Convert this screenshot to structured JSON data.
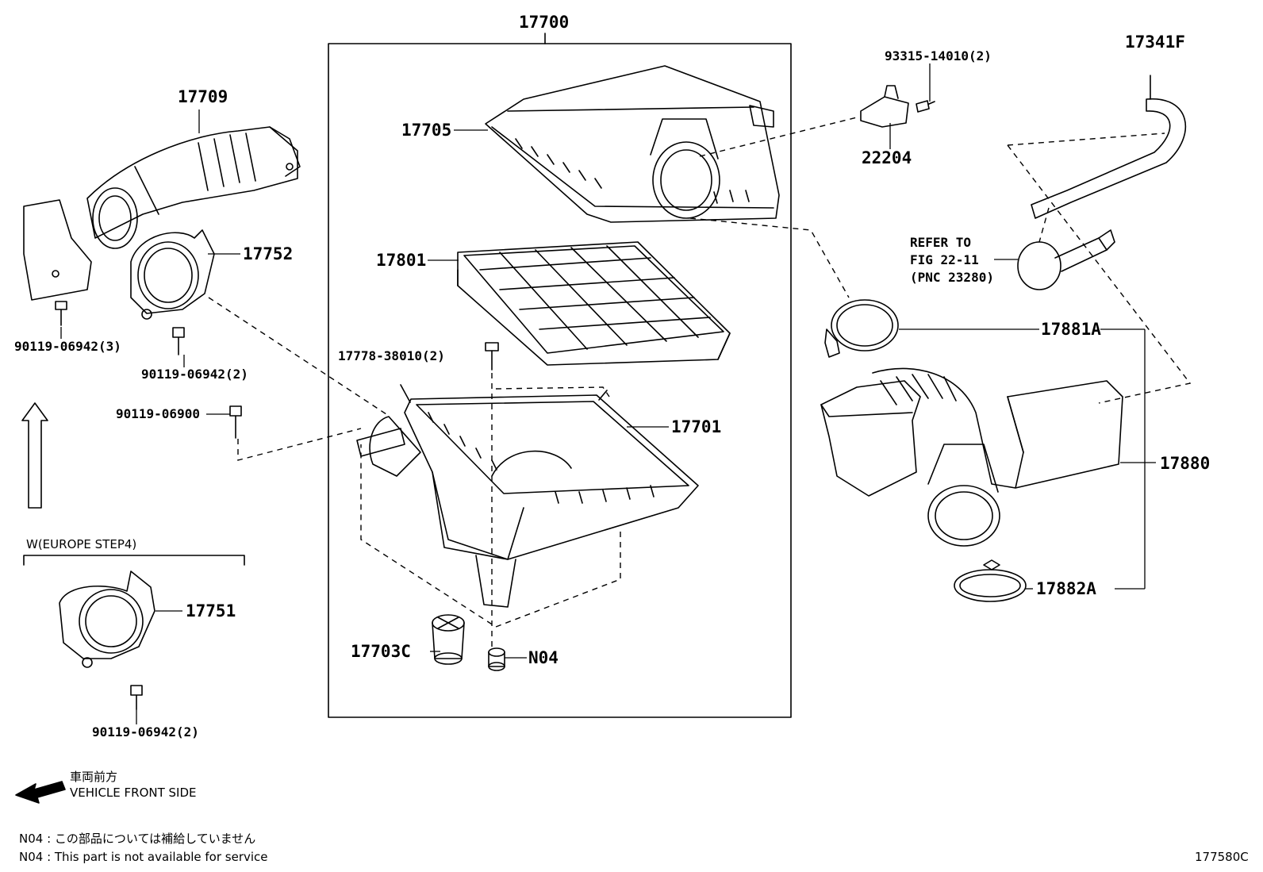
{
  "assembly_label": "17700",
  "parts": {
    "p17709": "17709",
    "p17752": "17752",
    "p17705": "17705",
    "p17801": "17801",
    "p17778": "17778-38010(2)",
    "p17701": "17701",
    "p17703C": "17703C",
    "pN04": "N04",
    "p93315": "93315-14010(2)",
    "p22204": "22204",
    "p17341F": "17341F",
    "p17881A": "17881A",
    "p17880": "17880",
    "p17882A": "17882A",
    "p17751": "17751",
    "b1": "90119-06942(3)",
    "b2": "90119-06942(2)",
    "b3": "90119-06900",
    "b4": "90119-06942(2)"
  },
  "refer": {
    "line1": "REFER TO",
    "line2": "FIG 22-11",
    "line3": "(PNC 23280)"
  },
  "variant_label": "W(EUROPE STEP4)",
  "direction": {
    "jp": "車両前方",
    "en": "VEHICLE FRONT SIDE"
  },
  "notes": {
    "jp": "N04 : この部品については補給していません",
    "en": "N04 : This part is not available for service"
  },
  "figure_code": "177580C"
}
